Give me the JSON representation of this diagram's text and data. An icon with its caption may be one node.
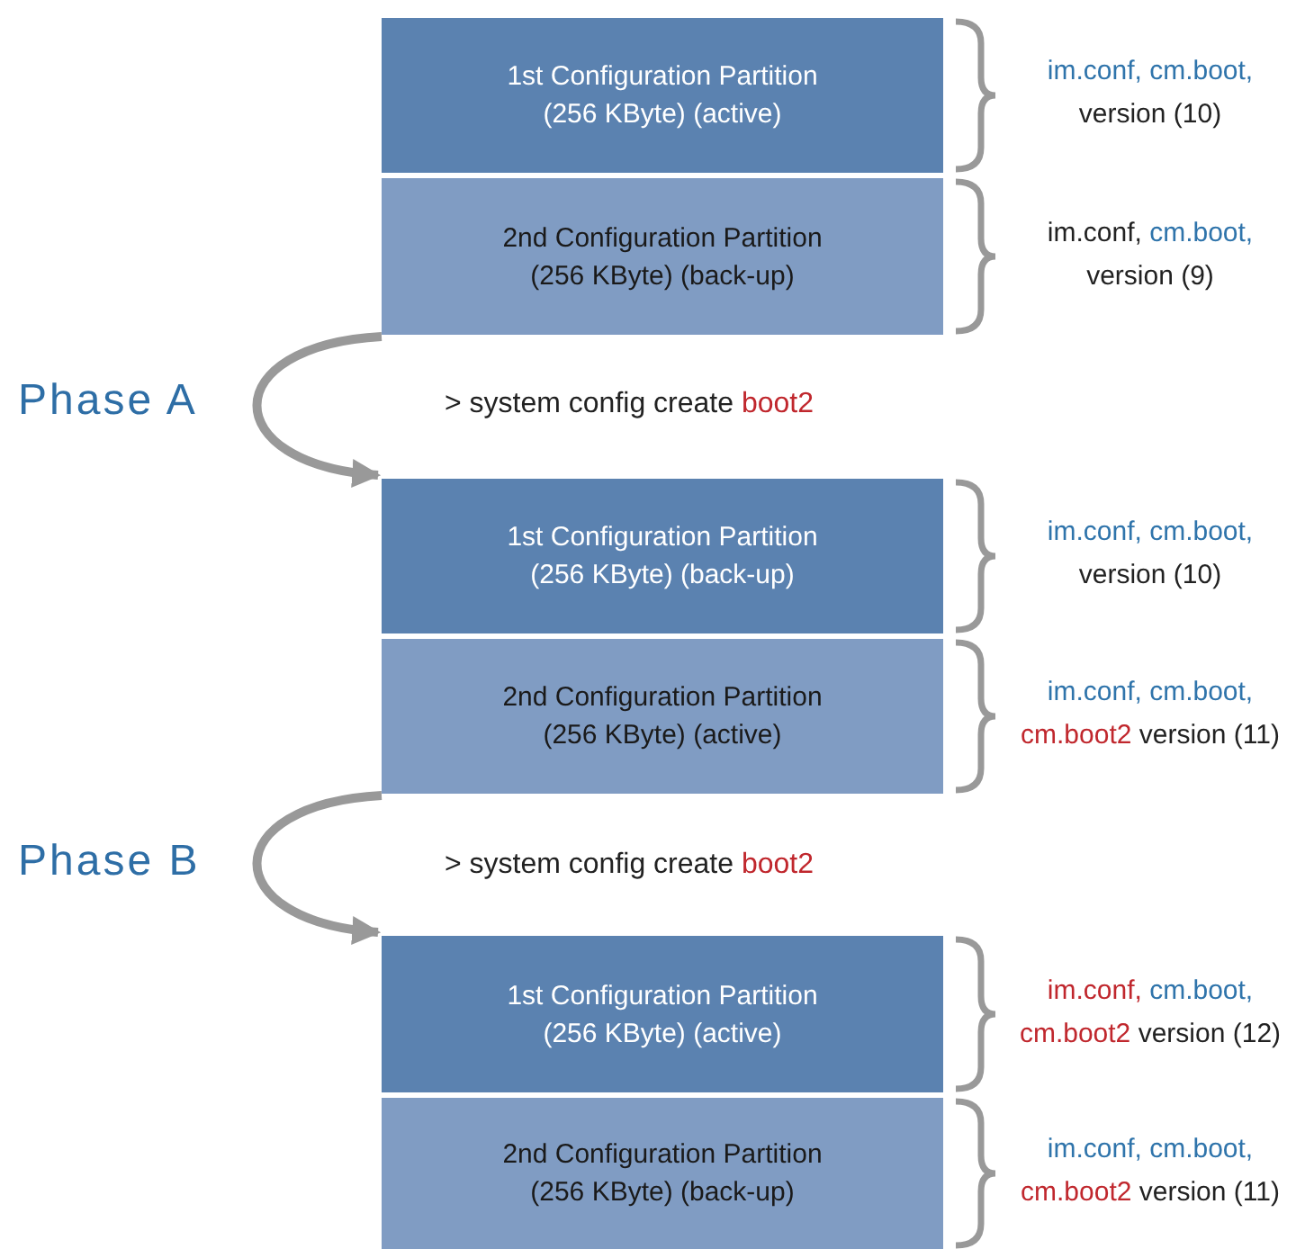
{
  "diagram": {
    "nodes": [
      {
        "text": [
          "1st Configuration Partition (256 KByte) (active)"
        ],
        "beside": [
          "im.conf, cm.boot,",
          "version (10)"
        ]
      },
      {
        "text": [
          "2nd Configuration Partition (256 KByte) (back-up)"
        ],
        "beside": [
          "im.conf,",
          "cm.boot,",
          "version (9)"
        ]
      },
      {
        "text": [
          "1st Configuration Partition (256 KByte) (back-up)"
        ],
        "beside": [
          "im.conf, cm.boot,",
          "version (10)"
        ]
      },
      {
        "text": [
          "2nd Configuration Partition (256 KByte) (active)"
        ],
        "beside": [
          "im.conf, cm.boot,",
          "cm.boot2",
          "version (11)"
        ]
      },
      {
        "text": [
          "1st Configuration Partition (256 KByte) (active)"
        ],
        "beside": [
          "im.conf,",
          "cm.boot,",
          "cm.boot2",
          "version (12)"
        ]
      },
      {
        "text": [
          "2nd Configuration Partition (256 KByte) (back-up)"
        ],
        "beside": [
          "im.conf, cm.boot,",
          "cm.boot2",
          "version (11)"
        ]
      }
    ],
    "edges": [
      {
        "from": 1,
        "to": 2,
        "arrow": "to"
      },
      {
        "from": 3,
        "to": 4,
        "arrow": "to"
      }
    ],
    "labels": [
      "Phase A",
      "> system config create",
      "boot2",
      "Phase B",
      "> system config create",
      "boot2"
    ]
  }
}
